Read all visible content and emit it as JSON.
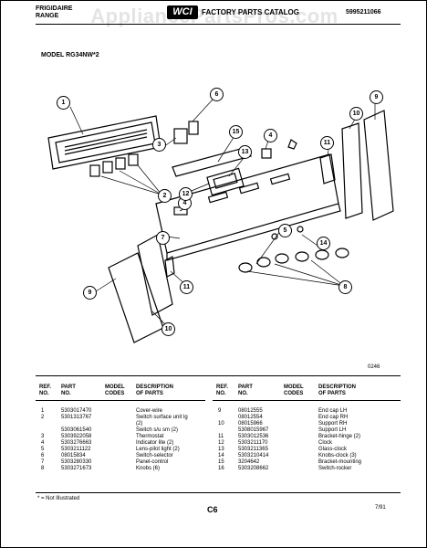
{
  "header": {
    "brand_line1": "FRIGIDAIRE",
    "brand_line2": "RANGE",
    "logo_text": "WCI",
    "catalog_title": "FACTORY PARTS CATALOG",
    "catalog_number": "5995211066",
    "watermark": "AppliancePartsPros.com",
    "model_label": "MODEL RG34NW*2"
  },
  "diagram": {
    "drawing_number": "0246",
    "callouts": [
      "1",
      "6",
      "3",
      "15",
      "2",
      "4",
      "12",
      "13",
      "4",
      "9",
      "10",
      "11",
      "7",
      "5",
      "14",
      "8",
      "9",
      "11",
      "10"
    ]
  },
  "table_left": {
    "headers": {
      "ref": "REF.\nNO.",
      "part": "PART\nNO.",
      "model": "MODEL\nCODES",
      "desc": "DESCRIPTION\nOF PARTS"
    },
    "rows": [
      {
        "ref": "1",
        "part": "5303017470",
        "desc": "Cover-wire"
      },
      {
        "ref": "2",
        "part": "5301313767",
        "desc": "Switch surface unit lg"
      },
      {
        "ref": "",
        "part": "",
        "desc": "(2)"
      },
      {
        "ref": "",
        "part": "5303061540",
        "desc": "Switch s/u sm (2)"
      },
      {
        "ref": "3",
        "part": "5303922058",
        "desc": "Thermostat"
      },
      {
        "ref": "4",
        "part": "5303276663",
        "desc": "Indicator lite (2)"
      },
      {
        "ref": "5",
        "part": "5303211122",
        "desc": "Lens-pilot light (2)"
      },
      {
        "ref": "6",
        "part": "08015834",
        "desc": "Switch-selector"
      },
      {
        "ref": "7",
        "part": "5303280330",
        "desc": "Panel-control"
      },
      {
        "ref": "8",
        "part": "5303271673",
        "desc": "Knobs (6)"
      }
    ]
  },
  "table_right": {
    "headers": {
      "ref": "REF.\nNO.",
      "part": "PART\nNO.",
      "model": "MODEL\nCODES",
      "desc": "DESCRIPTION\nOF PARTS"
    },
    "rows": [
      {
        "ref": "9",
        "part": "08012555",
        "desc": "End cap LH"
      },
      {
        "ref": "",
        "part": "08012554",
        "desc": "End cap RH"
      },
      {
        "ref": "10",
        "part": "08015966",
        "desc": "Support RH"
      },
      {
        "ref": "",
        "part": "5308015967",
        "desc": "Support LH"
      },
      {
        "ref": "11",
        "part": "5303012536",
        "desc": "Bracket-hinge (2)"
      },
      {
        "ref": "12",
        "part": "5303211170",
        "desc": "Clock"
      },
      {
        "ref": "13",
        "part": "5303211365",
        "desc": "Glass-clock"
      },
      {
        "ref": "14",
        "part": "5303210414",
        "desc": "Knobs-clock (3)"
      },
      {
        "ref": "15",
        "part": "3204642",
        "desc": "Bracket-mounting"
      },
      {
        "ref": "16",
        "part": "5303208662",
        "desc": "Switch-rocker"
      }
    ]
  },
  "footer": {
    "note": "* = Not Illustrated",
    "page": "C6",
    "date": "7/91"
  }
}
